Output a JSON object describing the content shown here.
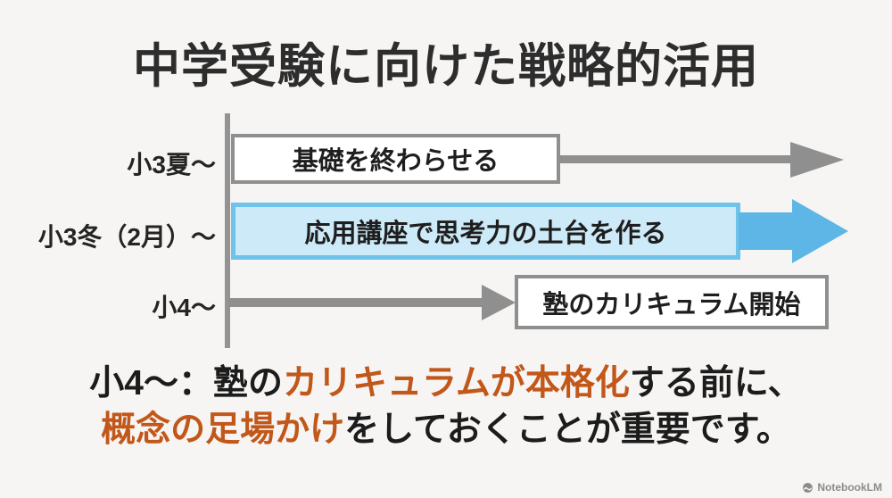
{
  "title": "中学受験に向けた戦略的活用",
  "colors": {
    "background": "#f6f5f3",
    "gray_line": "#8f8f8f",
    "blue_border": "#6fc2ea",
    "blue_fill": "#cdeaf8",
    "blue_arrow": "#5db6e6",
    "orange_accent": "#c2571a",
    "text_dark": "#2d2d2d"
  },
  "timeline": {
    "rows": [
      {
        "label": "小3夏〜",
        "box_text": "基礎を終わらせる"
      },
      {
        "label": "小3冬（2月）〜",
        "box_text": "応用講座で思考力の土台を作る"
      },
      {
        "label": "小4〜",
        "box_text": "塾のカリキュラム開始"
      }
    ]
  },
  "summary": {
    "line1": [
      {
        "text": "小4〜：塾の",
        "color": "black"
      },
      {
        "text": "カリキュラムが本格化",
        "color": "orange"
      },
      {
        "text": "する前に、",
        "color": "black"
      }
    ],
    "line2": [
      {
        "text": "概念の足場かけ",
        "color": "orange"
      },
      {
        "text": "をしておくことが重要です。",
        "color": "black"
      }
    ]
  },
  "watermark": {
    "text": "NotebookLM"
  }
}
